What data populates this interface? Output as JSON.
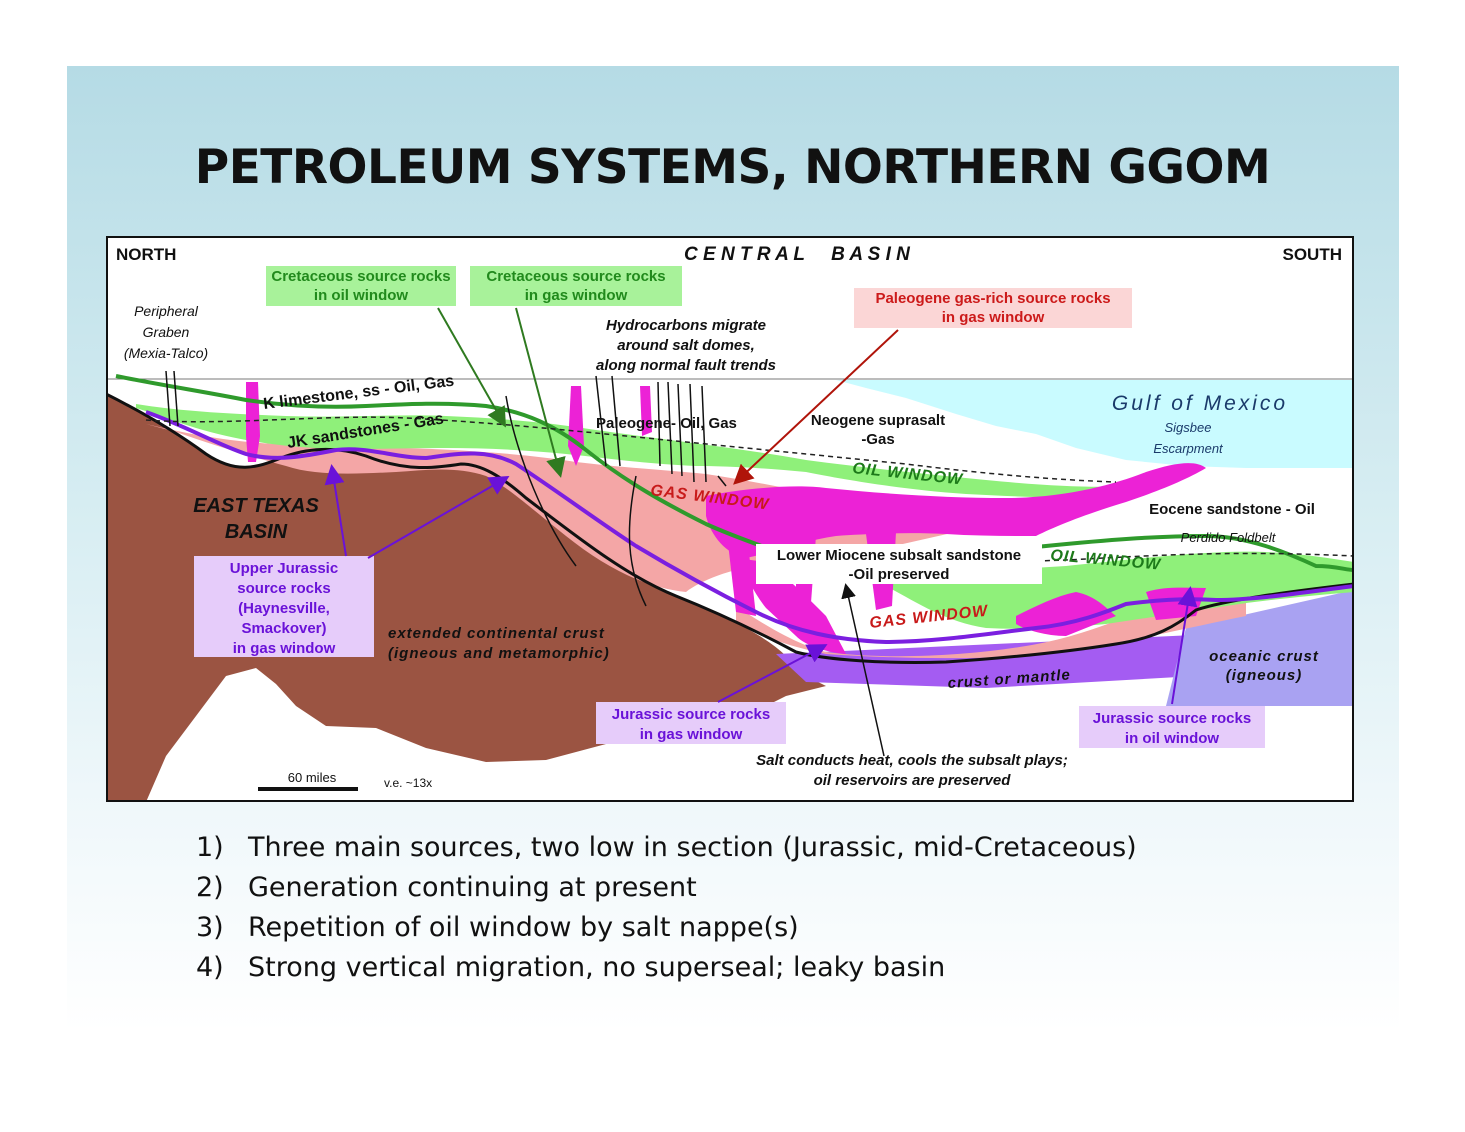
{
  "slide": {
    "title": "PETROLEUM SYSTEMS, NORTHERN GGOM",
    "background_top": "#b5dbe5",
    "background_bottom": "#ffffff"
  },
  "diagram": {
    "colors": {
      "crust": "#9b5442",
      "gas_window": "#f4a6a6",
      "oil_window": "#8ff07a",
      "salt": "#ec22d6",
      "source_rock_jurassic": "#7b1fe0",
      "source_rock_cretaceous": "#2f9a2c",
      "sea": "#c9fbff",
      "oceanic_crust": "#a9a2f2",
      "crust_or_mantle": "#a45cf2",
      "label_green_bg": "#a8f29a",
      "label_purple_bg": "#e6ccfa",
      "label_red_bg": "#fbd6d6",
      "label_red_text": "#cc1a1a",
      "label_purple_text": "#6a12d8",
      "label_green_text": "#218a1c"
    },
    "labels": {
      "north": "NORTH",
      "south": "SOUTH",
      "central_basin": "C E N T R A L     B A S I N",
      "cretaceous_oil_1": "Cretaceous source rocks",
      "cretaceous_oil_2": "in oil window",
      "cretaceous_gas_1": "Cretaceous source rocks",
      "cretaceous_gas_2": "in gas window",
      "paleogene_1": "Paleogene gas-rich source rocks",
      "paleogene_2": "in gas window",
      "peripheral_1": "Peripheral",
      "peripheral_2": "Graben",
      "peripheral_3": "(Mexia-Talco)",
      "hydrocarbons_1": "Hydrocarbons migrate",
      "hydrocarbons_2": "around salt domes,",
      "hydrocarbons_3": "along normal fault trends",
      "k_limestone": "K limestone, ss - Oil, Gas",
      "jk_sandstones": "JK sandstones - Gas",
      "paleogene_oil_gas": "Paleogene- Oil, Gas",
      "neogene_1": "Neogene suprasalt",
      "neogene_2": "-Gas",
      "gulf": "Gulf of Mexico",
      "sigsbee_1": "Sigsbee",
      "sigsbee_2": "Escarpment",
      "oil_window_upper": "OIL WINDOW",
      "gas_window_upper": "GAS WINDOW",
      "eocene": "Eocene sandstone - Oil",
      "perdido": "Perdido Foldbelt",
      "east_texas_1": "EAST TEXAS",
      "east_texas_2": "BASIN",
      "lower_miocene_1": "Lower Miocene subsalt sandstone",
      "lower_miocene_2": "-Oil preserved",
      "oil_window_lower": "OIL WINDOW",
      "gas_window_lower": "GAS WINDOW",
      "upper_jurassic_1": "Upper Jurassic",
      "upper_jurassic_2": "source rocks",
      "upper_jurassic_3": "(Haynesville,",
      "upper_jurassic_4": "Smackover)",
      "upper_jurassic_5": "in gas window",
      "extended_crust_1": "extended continental crust",
      "extended_crust_2": "(igneous and metamorphic)",
      "oceanic_1": "oceanic crust",
      "oceanic_2": "(igneous)",
      "crust_or_mantle": "crust or mantle",
      "jurassic_gas_1": "Jurassic source rocks",
      "jurassic_gas_2": "in gas window",
      "jurassic_oil_1": "Jurassic source rocks",
      "jurassic_oil_2": "in oil window",
      "salt_heat_1": "Salt conducts heat, cools the subsalt plays;",
      "salt_heat_2": "oil reservoirs are preserved",
      "scale": "60 miles",
      "ve": "v.e. ~13x"
    }
  },
  "bullets": [
    {
      "num": "1)",
      "text": "Three main sources, two low in section (Jurassic, mid-Cretaceous)"
    },
    {
      "num": "2)",
      "text": "Generation continuing at present"
    },
    {
      "num": "3)",
      "text": "Repetition of oil window by salt nappe(s)"
    },
    {
      "num": "4)",
      "text": "Strong vertical migration, no superseal; leaky basin"
    }
  ]
}
